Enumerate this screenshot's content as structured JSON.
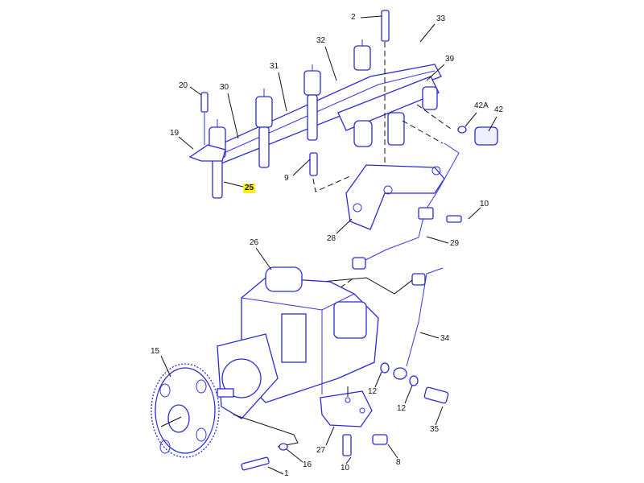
{
  "diagram": {
    "highlighted_callout": "25",
    "colors": {
      "line_art": "#2a2ad8",
      "highlight": "#ffef1a",
      "leader": "#111111"
    },
    "callouts": [
      "2",
      "33",
      "32",
      "39",
      "31",
      "20",
      "30",
      "42A",
      "42",
      "19",
      "9",
      "25",
      "10",
      "28",
      "29",
      "26",
      "34",
      "15",
      "12",
      "12",
      "35",
      "27",
      "16",
      "1",
      "10",
      "8"
    ]
  }
}
